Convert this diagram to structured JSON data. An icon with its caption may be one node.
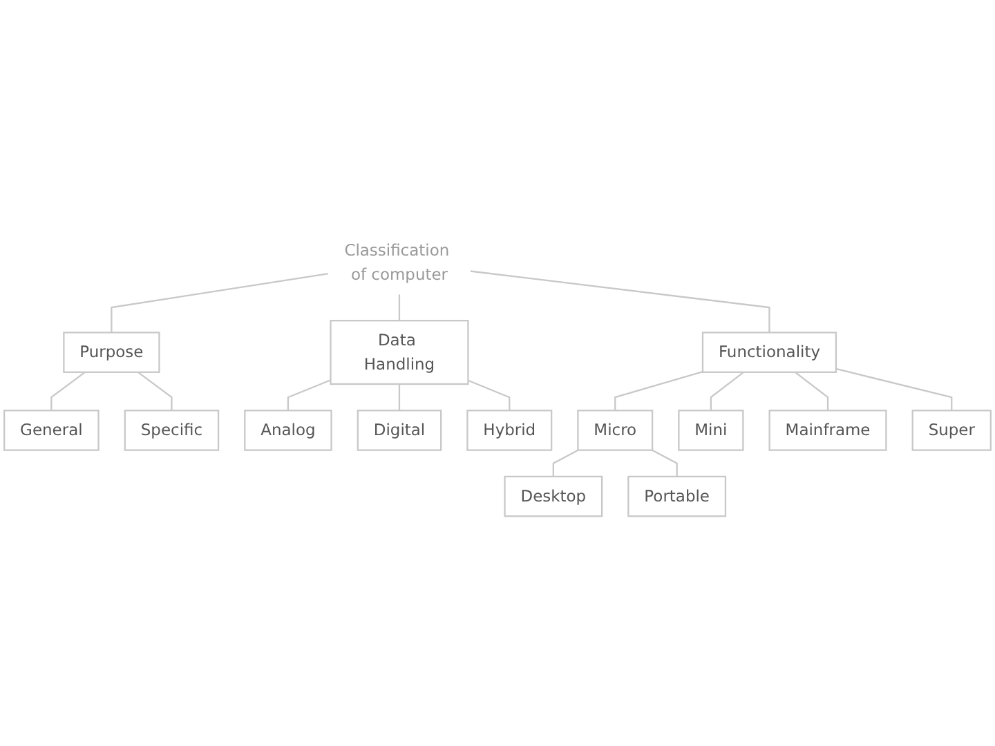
{
  "diagram": {
    "nodes": [
      {
        "text": [
          "Classification of computer"
        ]
      },
      {
        "text": [
          "Purpose"
        ]
      },
      {
        "text": [
          "Data Handling"
        ]
      },
      {
        "text": [
          "Functionality"
        ]
      },
      {
        "text": [
          "Super"
        ]
      },
      {
        "text": [
          "Analog"
        ]
      },
      {
        "text": [
          "Hybrid"
        ]
      },
      {
        "text": [
          "Micro"
        ]
      },
      {
        "text": [
          "Mini"
        ]
      },
      {
        "text": [
          "Mainframe"
        ]
      },
      {
        "text": [
          "General"
        ]
      },
      {
        "text": [
          "Specific"
        ]
      },
      {
        "text": [
          "Digital"
        ]
      },
      {
        "text": [
          "Desktop"
        ]
      },
      {
        "text": [
          "Portable"
        ]
      }
    ],
    "edges": [
      {
        "from": 0,
        "to": 1,
        "arrow": "none"
      },
      {
        "from": 0,
        "to": 2,
        "arrow": "none"
      },
      {
        "from": 0,
        "to": 3,
        "arrow": "none"
      },
      {
        "from": 1,
        "to": 10,
        "arrow": "none"
      },
      {
        "from": 1,
        "to": 11,
        "arrow": "none"
      },
      {
        "from": 2,
        "to": 5,
        "arrow": "none"
      },
      {
        "from": 2,
        "to": 12,
        "arrow": "none"
      },
      {
        "from": 2,
        "to": 6,
        "arrow": "none"
      },
      {
        "from": 3,
        "to": 7,
        "arrow": "none"
      },
      {
        "from": 3,
        "to": 8,
        "arrow": "none"
      },
      {
        "from": 3,
        "to": 9,
        "arrow": "none"
      },
      {
        "from": 3,
        "to": 4,
        "arrow": "none"
      },
      {
        "from": 7,
        "to": 13,
        "arrow": "none"
      },
      {
        "from": 7,
        "to": 14,
        "arrow": "none"
      }
    ]
  }
}
